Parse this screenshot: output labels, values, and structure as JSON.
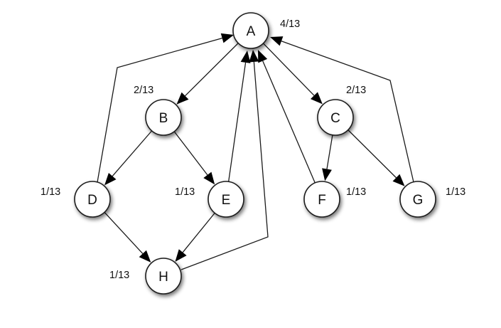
{
  "diagram": {
    "nodes": [
      {
        "id": "A",
        "label": "A",
        "rank": "4/13"
      },
      {
        "id": "B",
        "label": "B",
        "rank": "2/13"
      },
      {
        "id": "C",
        "label": "C",
        "rank": "2/13"
      },
      {
        "id": "D",
        "label": "D",
        "rank": "1/13"
      },
      {
        "id": "E",
        "label": "E",
        "rank": "1/13"
      },
      {
        "id": "F",
        "label": "F",
        "rank": "1/13"
      },
      {
        "id": "G",
        "label": "G",
        "rank": "1/13"
      },
      {
        "id": "H",
        "label": "H",
        "rank": "1/13"
      }
    ],
    "edges": [
      {
        "from": "A",
        "to": "B"
      },
      {
        "from": "A",
        "to": "C"
      },
      {
        "from": "B",
        "to": "D"
      },
      {
        "from": "B",
        "to": "E"
      },
      {
        "from": "C",
        "to": "F"
      },
      {
        "from": "C",
        "to": "G"
      },
      {
        "from": "D",
        "to": "A"
      },
      {
        "from": "D",
        "to": "H"
      },
      {
        "from": "E",
        "to": "H"
      },
      {
        "from": "E",
        "to": "A"
      },
      {
        "from": "F",
        "to": "A"
      },
      {
        "from": "G",
        "to": "A"
      },
      {
        "from": "H",
        "to": "A"
      }
    ],
    "colors": {
      "node_fill": "#ffffff",
      "node_stroke": "#1a1a1a",
      "edge": "#1a1a1a",
      "arrow": "#000000",
      "text": "#111111"
    }
  }
}
